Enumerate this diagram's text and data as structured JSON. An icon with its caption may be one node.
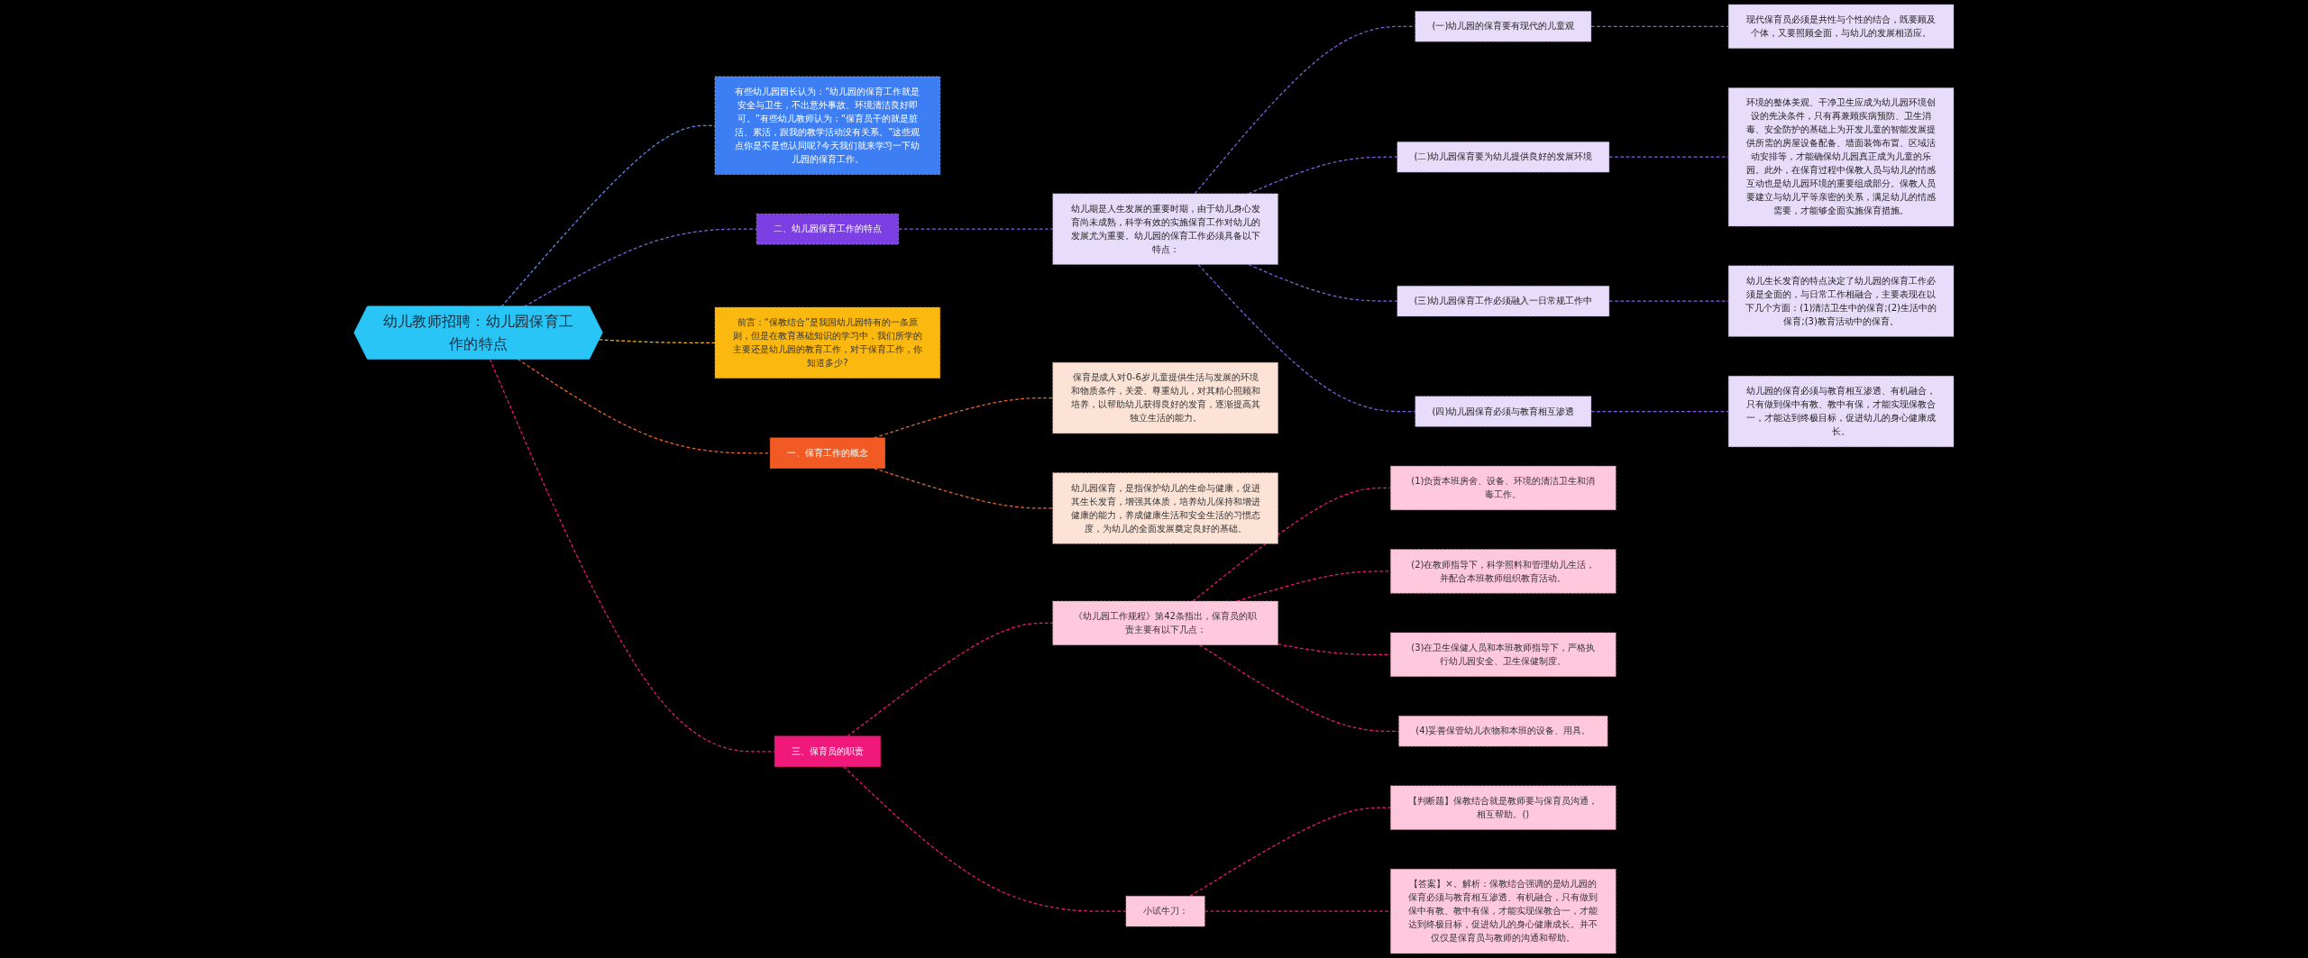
{
  "diagram": {
    "nodes": [
      {
        "text": [
          "幼儿教师招聘：幼儿园保育工作的特点"
        ]
      },
      {
        "text": [
          "有些幼儿园园长认为：“幼儿园的保育工作就是安全与卫生，不出意外事故、环境清洁良好即可。”有些幼儿教师认为：“保育员干的就是脏活、累活，跟我的教学活动没有关系。”这些观点你是不是也认同呢?今天我们就来学习一下幼儿园的保育工作。"
        ]
      },
      {
        "text": [
          "二、幼儿园保育工作的特点"
        ]
      },
      {
        "text": [
          "幼儿期是人生发展的重要时期，由于幼儿身心发育尚未成熟，科学有效的实施保育工作对幼儿的发展尤为重要。幼儿园的保育工作必须具备以下特点："
        ]
      },
      {
        "text": [
          "(一)幼儿园的保育要有现代的儿童观"
        ]
      },
      {
        "text": [
          "现代保育员必须是共性与个性的结合，既要顾及个体，又要照顾全面，与幼儿的发展相适应。"
        ]
      },
      {
        "text": [
          "(二)幼儿园保育要为幼儿提供良好的发展环境"
        ]
      },
      {
        "text": [
          "环境的整体美观、干净卫生应成为幼儿园环境创设的先决条件，只有再兼顾疾病预防、卫生消毒、安全防护的基础上为开发儿童的智能发展提供所需的房屋设备配备、墙面装饰布置、区域活动安排等，才能确保幼儿园真正成为儿童的乐园。此外，在保育过程中保教人员与幼儿的情感互动也是幼儿园环境的重要组成部分。保教人员要建立与幼儿平等亲密的关系，满足幼儿的情感需要，才能够全面实施保育措施。"
        ]
      },
      {
        "text": [
          "(三)幼儿园保育工作必须融入一日常规工作中"
        ]
      },
      {
        "text": [
          "幼儿生长发育的特点决定了幼儿园的保育工作必须是全面的，与日常工作相融合，主要表现在以下几个方面：(1)清洁卫生中的保育;(2)生活中的保育;(3)教育活动中的保育。"
        ]
      },
      {
        "text": [
          "(四)幼儿园保育必须与教育相互渗透"
        ]
      },
      {
        "text": [
          "幼儿园的保育必须与教育相互渗透、有机融合，只有做到保中有教、教中有保，才能实现保教合一，才能达到终极目标，促进幼儿的身心健康成长。"
        ]
      },
      {
        "text": [
          "前言：“保教结合”是我国幼儿园特有的一条原则，但是在教育基础知识的学习中，我们所学的主要还是幼儿园的教育工作，对于保育工作，你知道多少?"
        ]
      },
      {
        "text": [
          "一、保育工作的概念"
        ]
      },
      {
        "text": [
          "保育是成人对0-6岁儿童提供生活与发展的环境和物质条件，关爱、尊重幼儿，对其精心照顾和培养，以帮助幼儿获得良好的发育，逐渐提高其独立生活的能力。"
        ]
      },
      {
        "text": [
          "幼儿园保育，是指保护幼儿的生命与健康，促进其生长发育，增强其体质，培养幼儿保持和增进健康的能力，养成健康生活和安全生活的习惯态度，为幼儿的全面发展奠定良好的基础。"
        ]
      },
      {
        "text": [
          "三、保育员的职责"
        ]
      },
      {
        "text": [
          "《幼儿园工作规程》第42条指出，保育员的职责主要有以下几点："
        ]
      },
      {
        "text": [
          "(1)负责本班房舍、设备、环境的清洁卫生和消毒工作。"
        ]
      },
      {
        "text": [
          "(2)在教师指导下，科学照料和管理幼儿生活，并配合本班教师组织教育活动。"
        ]
      },
      {
        "text": [
          "(3)在卫生保健人员和本班教师指导下，严格执行幼儿园安全、卫生保健制度。"
        ]
      },
      {
        "text": [
          "(4)妥善保管幼儿衣物和本班的设备、用具。"
        ]
      },
      {
        "text": [
          "小试牛刀："
        ]
      },
      {
        "text": [
          "【判断题】保教结合就是教师要与保育员沟通，相互帮助。()"
        ]
      },
      {
        "text": [
          "【答案】×。解析：保教结合强调的是幼儿园的保育必须与教育相互渗透、有机融合，只有做到保中有教、教中有保，才能实现保教合一，才能达到终极目标，促进幼儿的身心健康成长。并不仅仅是保育员与教师的沟通和帮助。"
        ]
      }
    ],
    "edges": [
      {
        "from": 0,
        "to": 1,
        "arrow": "none",
        "style": "dashed",
        "color": "#5b8def"
      },
      {
        "from": 0,
        "to": 2,
        "arrow": "none",
        "style": "dashed",
        "color": "#8a5ce6"
      },
      {
        "from": 2,
        "to": 3,
        "arrow": "none",
        "style": "dashed",
        "color": "#8a5ce6"
      },
      {
        "from": 3,
        "to": 4,
        "arrow": "none",
        "style": "dashed",
        "color": "#8a5ce6"
      },
      {
        "from": 4,
        "to": 5,
        "arrow": "none",
        "style": "dashed",
        "color": "#8a5ce6"
      },
      {
        "from": 3,
        "to": 6,
        "arrow": "none",
        "style": "dashed",
        "color": "#8a5ce6"
      },
      {
        "from": 6,
        "to": 7,
        "arrow": "none",
        "style": "dashed",
        "color": "#8a5ce6"
      },
      {
        "from": 3,
        "to": 8,
        "arrow": "none",
        "style": "dashed",
        "color": "#8a5ce6"
      },
      {
        "from": 8,
        "to": 9,
        "arrow": "none",
        "style": "dashed",
        "color": "#8a5ce6"
      },
      {
        "from": 3,
        "to": 10,
        "arrow": "none",
        "style": "dashed",
        "color": "#8a5ce6"
      },
      {
        "from": 10,
        "to": 11,
        "arrow": "none",
        "style": "dashed",
        "color": "#8a5ce6"
      },
      {
        "from": 0,
        "to": 12,
        "arrow": "none",
        "style": "dashed",
        "color": "#f5b40f"
      },
      {
        "from": 0,
        "to": 13,
        "arrow": "none",
        "style": "dashed",
        "color": "#f0642a"
      },
      {
        "from": 13,
        "to": 14,
        "arrow": "none",
        "style": "dashed",
        "color": "#f0642a"
      },
      {
        "from": 13,
        "to": 15,
        "arrow": "none",
        "style": "dashed",
        "color": "#f0642a"
      },
      {
        "from": 0,
        "to": 16,
        "arrow": "none",
        "style": "dashed",
        "color": "#f0187a"
      },
      {
        "from": 16,
        "to": 17,
        "arrow": "none",
        "style": "dashed",
        "color": "#f0187a"
      },
      {
        "from": 17,
        "to": 18,
        "arrow": "none",
        "style": "dashed",
        "color": "#f0187a"
      },
      {
        "from": 17,
        "to": 19,
        "arrow": "none",
        "style": "dashed",
        "color": "#f0187a"
      },
      {
        "from": 17,
        "to": 20,
        "arrow": "none",
        "style": "dashed",
        "color": "#f0187a"
      },
      {
        "from": 17,
        "to": 21,
        "arrow": "none",
        "style": "dashed",
        "color": "#f0187a"
      },
      {
        "from": 16,
        "to": 22,
        "arrow": "none",
        "style": "dashed",
        "color": "#f0187a"
      },
      {
        "from": 22,
        "to": 23,
        "arrow": "none",
        "style": "dashed",
        "color": "#f0187a"
      },
      {
        "from": 22,
        "to": 24,
        "arrow": "none",
        "style": "dashed",
        "color": "#f0187a"
      }
    ]
  }
}
